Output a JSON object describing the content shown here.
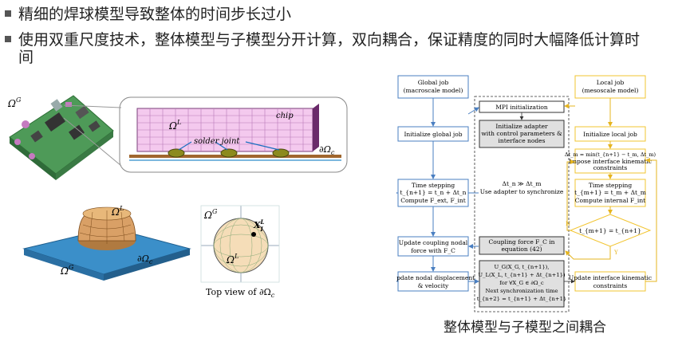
{
  "bullets": {
    "b1": "精细的焊球模型导致整体的时间步长过小",
    "b2_line1": "使用双重尺度技术，整体模型与子模型分开计算，双向耦合，保证精度的同时大幅降低计算时",
    "b2_line2": "间"
  },
  "left_figure": {
    "omega_g": "Ω",
    "omega_g_sup": "G",
    "omega_l": "Ω",
    "omega_l_sup": "L",
    "chip_label": "chip",
    "solder_label": "solder joint",
    "boundary_label": "∂Ω",
    "boundary_sub": "c",
    "x_label": "X",
    "x_sup": "L",
    "x_sub": "I",
    "top_view_label": "Top view of ∂Ω",
    "top_view_sub": "c"
  },
  "flowchart": {
    "global_job_title": "Global job",
    "global_job_sub": "(macroscale model)",
    "local_job_title": "Local job",
    "local_job_sub": "(mesoscale model)",
    "mpi_init": "MPI initialization",
    "init_adapter_1": "Initialize adapter",
    "init_adapter_2": "with control parameters &",
    "init_adapter_3": "interface nodes",
    "init_global": "Initialize global job",
    "init_local": "Initialize local job",
    "dt_local_1": "Δt_m = min(t_{n+1} − t_m, Δt_m)",
    "dt_local_2": "Impose interface kinematic",
    "dt_local_3": "constraints",
    "ts_global_1": "Time stepping",
    "ts_global_2": "t_{n+1} = t_n + Δt_n",
    "ts_global_3": "Compute F_ext, F_int",
    "adapter_cond": "Δt_n ≫ Δt_m",
    "adapter_sync": "Use adapter to synchronize",
    "ts_local_1": "Time stepping",
    "ts_local_2": "t_{m+1} = t_m + Δt_m",
    "ts_local_3": "Compute internal F_int",
    "decision": "t_{m+1} = t_{n+1}",
    "label_n": "N",
    "label_y": "Y",
    "update_coupling_1": "Update coupling nodal",
    "update_coupling_2": "force with F_C",
    "coupling_force_1": "Coupling force F_C in",
    "coupling_force_2": "equation (42)",
    "sync_1": "U_G(X_G, t_{n+1}),",
    "sync_2": "U_L(X_L, t_{n+1} + Δt_{n+1})",
    "sync_3": "for ∀X_G ∈ ∂Ω_c",
    "sync_4": "Next synchronization time",
    "sync_5": "t_{n+2} = t_{n+1} + Δt_{n+1}",
    "update_disp_1": "Update nodal displacement",
    "update_disp_2": "& velocity",
    "update_kin_1": "Update interface kinematic",
    "update_kin_2": "constraints"
  },
  "caption": "整体模型与子模型之间耦合",
  "colors": {
    "global_blue": "#4a7fc1",
    "local_yellow": "#f2c531",
    "chip_pink": "#f4c9ee",
    "board_green": "#3f8f4a",
    "plate_blue": "#3b8fc9",
    "ball_orange": "#d9a066"
  }
}
